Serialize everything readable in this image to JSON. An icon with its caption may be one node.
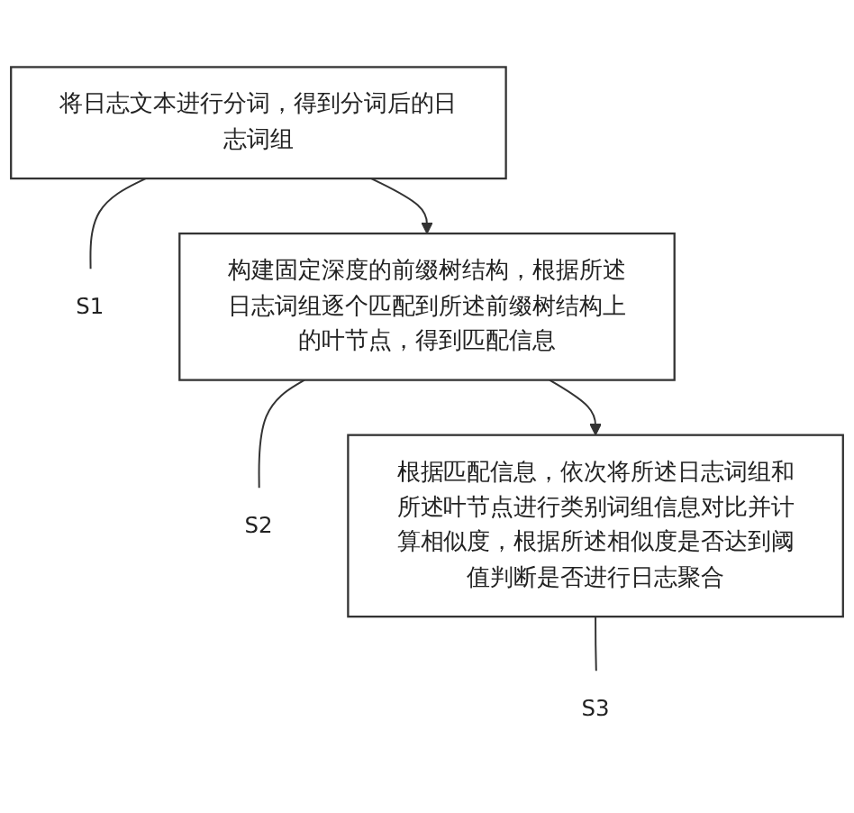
{
  "diagram": {
    "nodes": [
      {
        "text": [
          "将日志文本进行分词，得到分词后的日志词组"
        ]
      },
      {
        "text": [
          "S1"
        ]
      },
      {
        "text": [
          "构建固定深度的前缀树结构，根据所述日志词组逐个匹配到所述前缀树结构上的叶节点，得到匹配信息"
        ]
      },
      {
        "text": [
          "S2"
        ]
      },
      {
        "text": [
          "根据匹配信息，依次将所述日志词组和所述叶节点进行类别词组信息对比并计算相似度，根据所述相似度是否达到阈值判断是否进行日志聚合"
        ]
      },
      {
        "text": [
          "S3"
        ]
      }
    ],
    "edges": [
      {
        "from": 0,
        "to": 2,
        "arrow": "to"
      },
      {
        "from": 2,
        "to": 4,
        "arrow": "to"
      },
      {
        "from": 0,
        "to": 1,
        "arrow": "none"
      },
      {
        "from": 2,
        "to": 3,
        "arrow": "none"
      },
      {
        "from": 4,
        "to": 5,
        "arrow": "none"
      }
    ]
  }
}
